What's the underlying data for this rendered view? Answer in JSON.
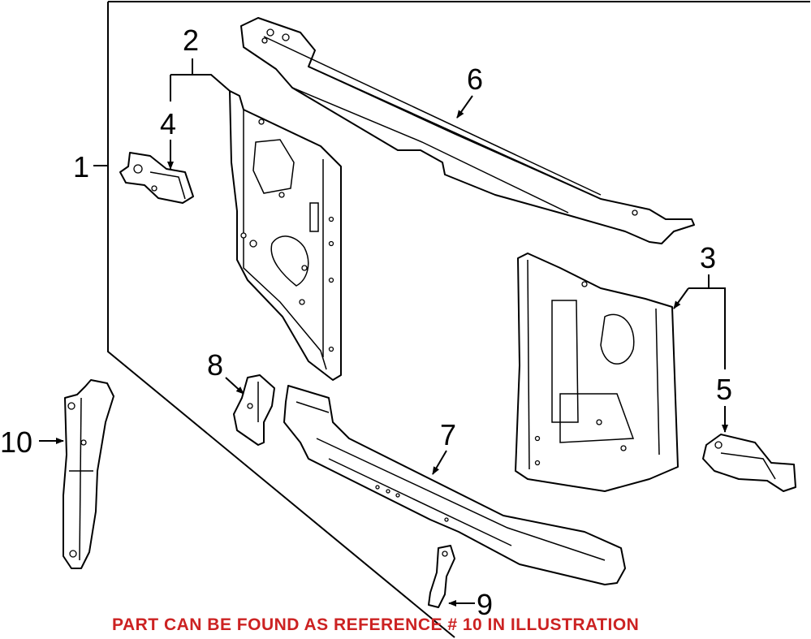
{
  "callouts": {
    "c1": "1",
    "c2": "2",
    "c3": "3",
    "c4": "4",
    "c5": "5",
    "c6": "6",
    "c7": "7",
    "c8": "8",
    "c9": "9",
    "c10": "10"
  },
  "notice": "PART CAN BE FOUND AS REFERENCE # 10 IN ILLUSTRATION",
  "colors": {
    "notice": "#cc2222",
    "line": "#000000",
    "background": "#ffffff"
  }
}
